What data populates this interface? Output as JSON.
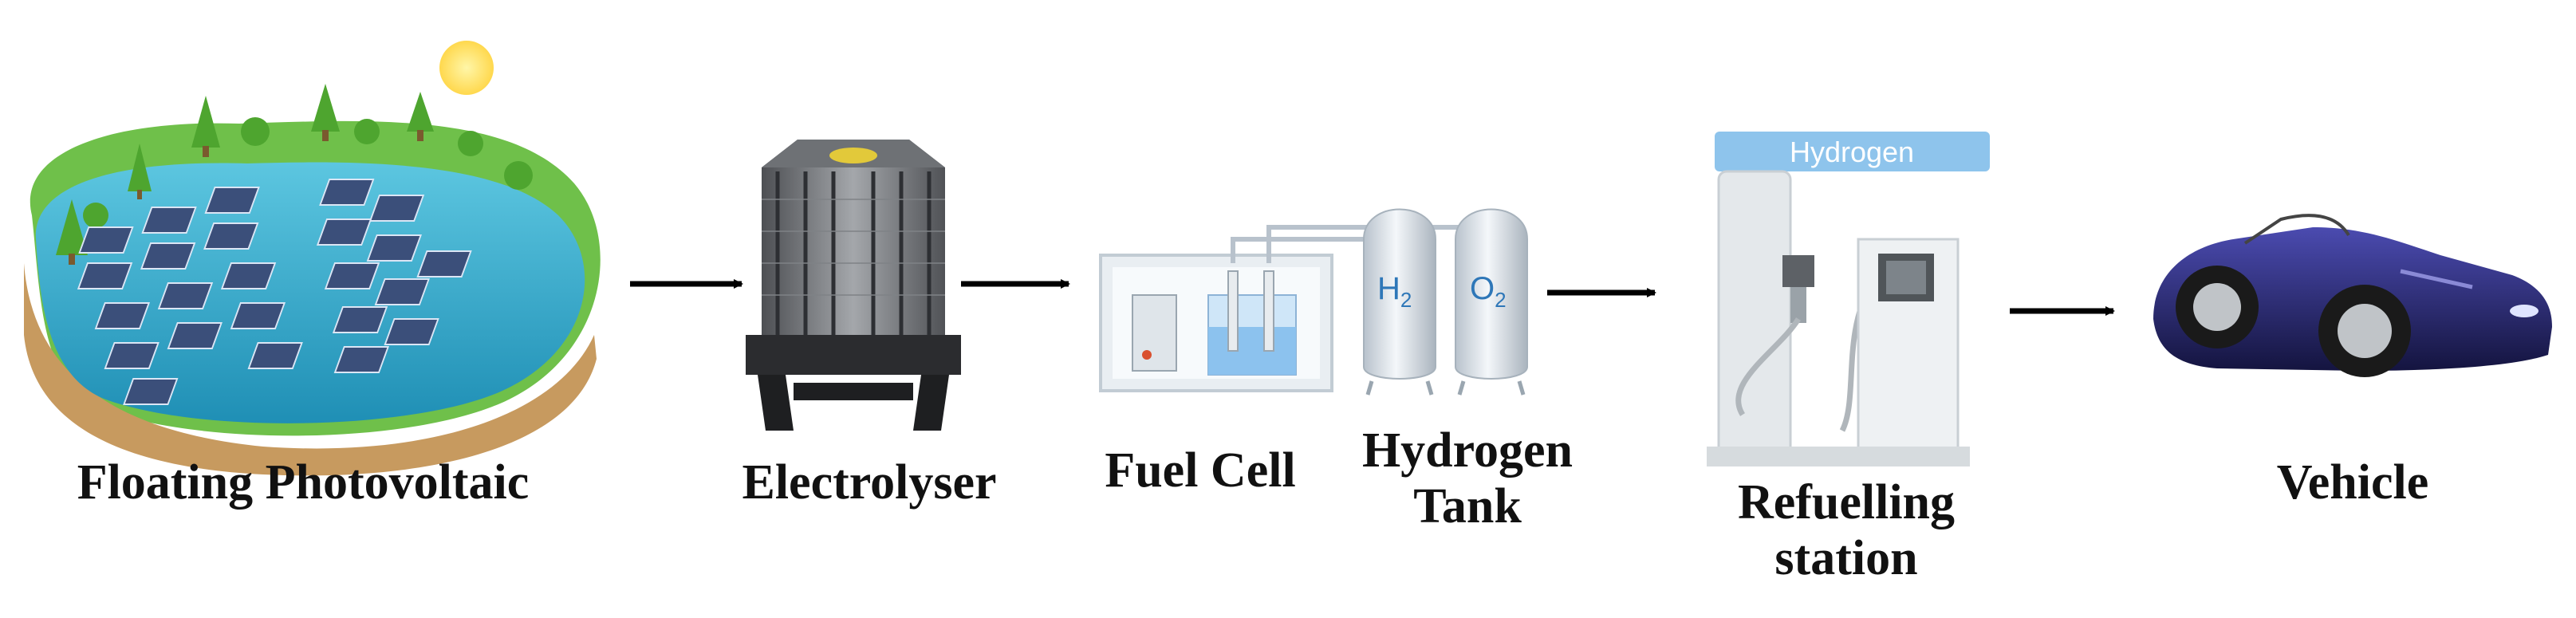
{
  "stages": [
    {
      "id": "floating-photovoltaic",
      "label": "Floating Photovoltaic"
    },
    {
      "id": "electrolyser",
      "label": "Electrolyser"
    },
    {
      "id": "fuel-cell",
      "label": "Fuel Cell"
    },
    {
      "id": "hydrogen-tank",
      "label_line1": "Hydrogen",
      "label_line2": "Tank"
    },
    {
      "id": "refuelling-station",
      "label_line1": "Refuelling",
      "label_line2": "station"
    },
    {
      "id": "vehicle",
      "label": "Vehicle"
    }
  ],
  "tank_labels": {
    "h2": "H",
    "h2_sub": "2",
    "o2": "O",
    "o2_sub": "2"
  },
  "station_sign": "Hydrogen",
  "colors": {
    "water": "#2aa7c9",
    "grass": "#8cc63f",
    "panel": "#3b4f7a",
    "steel": "#dfe3e6",
    "sign": "#8ec4ec",
    "car": "#2a2a7a",
    "arrow": "#000000"
  }
}
